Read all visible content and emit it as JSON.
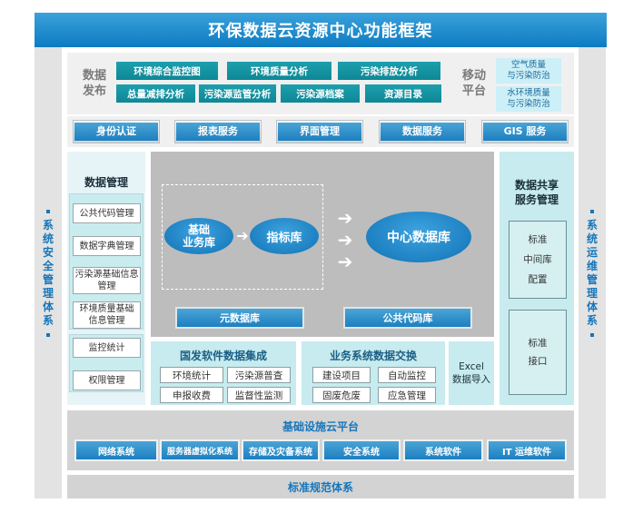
{
  "title": "环保数据云资源中心功能框架",
  "left_side": "系统安全管理体系",
  "right_side": "系统运维管理体系",
  "publish": {
    "label": "数据发布",
    "tiles": [
      "环境综合监控图",
      "环境质量分析",
      "污染排放分析",
      "总量减排分析",
      "污染源监管分析",
      "污染源档案",
      "资源目录"
    ]
  },
  "mobile": {
    "label": "移动平台",
    "items": [
      "空气质量与污染防治",
      "水环境质量与污染防治"
    ]
  },
  "services": [
    "身份认证",
    "报表服务",
    "界面管理",
    "数据服务",
    "GIS 服务"
  ],
  "data_mgmt": {
    "title": "数据管理",
    "items": [
      "公共代码管理",
      "数据字典管理",
      "污染源基础信息管理",
      "环境质量基础信息管理",
      "监控统计",
      "权限管理"
    ]
  },
  "core": {
    "base_db": "基础业务库",
    "index_db": "指标库",
    "center_db": "中心数据库",
    "meta_db": "元数据库",
    "code_db": "公共代码库"
  },
  "guofa": {
    "title": "国发软件数据集成",
    "items": [
      "环境统计",
      "污染源普查",
      "申报收费",
      "监督性监测"
    ]
  },
  "exchange": {
    "title": "业务系统数据交换",
    "items": [
      "建设项目",
      "自动监控",
      "固废危废",
      "应急管理"
    ]
  },
  "excel": "Excel数据导入",
  "sharing": {
    "title": "数据共享服务管理",
    "box1": [
      "标准",
      "中间库",
      "配置"
    ],
    "box2": [
      "标准",
      "接口"
    ]
  },
  "infra": {
    "title": "基础设施云平台",
    "items": [
      "网络系统",
      "服务器虚拟化系统",
      "存储及灾备系统",
      "安全系统",
      "系统软件",
      "IT 运维软件"
    ]
  },
  "standard": "标准规范体系"
}
